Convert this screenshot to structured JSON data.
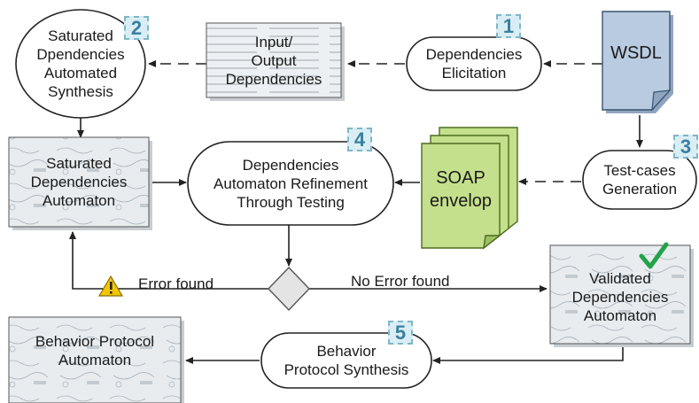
{
  "nodes": {
    "saturated_synthesis": {
      "line1": "Saturated",
      "line2": "Dpendencies",
      "line3": "Automated",
      "line4": "Synthesis"
    },
    "io_dependencies": {
      "line1": "Input/",
      "line2": "Output",
      "line3": "Dependencies"
    },
    "dependencies_elicitation": {
      "line1": "Dependencies",
      "line2": "Elicitation"
    },
    "wsdl": {
      "label": "WSDL"
    },
    "saturated_automaton": {
      "line1": "Saturated",
      "line2": "Dependencies",
      "line3": "Automaton"
    },
    "refinement": {
      "line1": "Dependencies",
      "line2": "Automaton Refinement",
      "line3": "Through Testing"
    },
    "soap": {
      "line1": "SOAP",
      "line2": "envelop"
    },
    "testcases": {
      "line1": "Test-cases",
      "line2": "Generation"
    },
    "validated_automaton": {
      "line1": "Validated",
      "line2": "Dependencies",
      "line3": "Automaton"
    },
    "behavior_automaton": {
      "line1": "Behavior Protocol",
      "line2": "Automaton"
    },
    "behavior_synthesis": {
      "line1": "Behavior",
      "line2": "Protocol Synthesis"
    }
  },
  "steps": {
    "s1": "1",
    "s2": "2",
    "s3": "3",
    "s4": "4",
    "s5": "5"
  },
  "edges": {
    "error": "Error found",
    "no_error": "No Error found"
  },
  "colors": {
    "thumbnail_fill": "#e8ecef",
    "wsdl_fill": "#b9cbe0",
    "soap_fill": "#c4e08c",
    "step_badge": "#d9eef4",
    "checkmark": "#22a34a",
    "warning": "#f2c500"
  },
  "icons": {
    "warning": "warning-icon",
    "check": "checkmark-icon"
  }
}
